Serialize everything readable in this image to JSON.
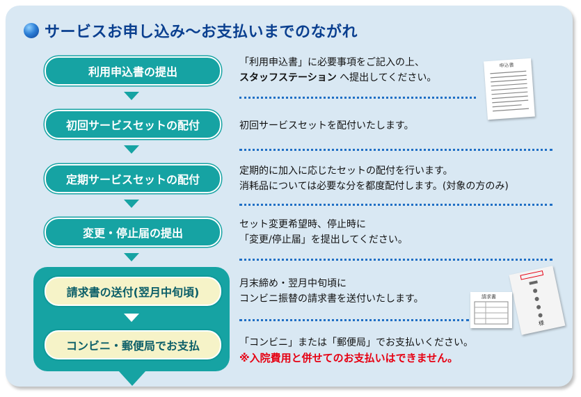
{
  "title": "サービスお申し込み〜お支払いまでのながれ",
  "steps": [
    {
      "label": "利用申込書の提出",
      "desc_line1": "「利用申込書」に必要事項をご記入の上、",
      "desc_line2_bold": "スタッフステーション",
      "desc_line2_rest": " へ提出してください。"
    },
    {
      "label": "初回サービスセットの配付",
      "desc_line1": "初回サービスセットを配付いたします。"
    },
    {
      "label": "定期サービスセットの配付",
      "desc_line1": "定期的に加入に応じたセットの配付を行います。",
      "desc_line2": "消耗品については必要な分を都度配付します。(対象の方のみ)"
    },
    {
      "label": "変更・停止届の提出",
      "desc_line1": "セット変更希望時、停止時に",
      "desc_line2": "「変更/停止届」を提出してください。"
    },
    {
      "label": "請求書の送付(翌月中旬頃)",
      "desc_line1": "月末締め・翌月中旬頃に",
      "desc_line2": "コンビニ振替の請求書を送付いたします。"
    },
    {
      "label": "コンビニ・郵便局でお支払",
      "desc_line1": "「コンビニ」または「郵便局」でお支払いください。",
      "desc_line2": "※入院費用と併せてのお支払いはできません。"
    }
  ],
  "illustrations": {
    "application_form": "申込書",
    "invoice": "請求書",
    "envelope_mark": "様"
  },
  "colors": {
    "teal": "#16a3a3",
    "navy": "#0a3f8f",
    "red": "#e60012",
    "panel": "#d9e8f3"
  }
}
